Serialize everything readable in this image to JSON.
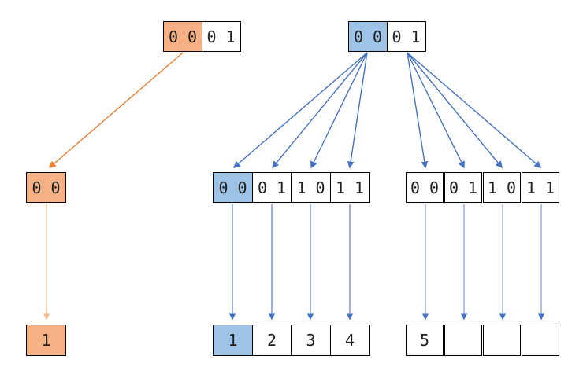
{
  "palette": {
    "orange_fill": "#F5B183",
    "orange_arrow": "#ED7D31",
    "orange_arrow_light": "#F5BC94",
    "blue_fill": "#9DC3E6",
    "blue_arrow": "#4472C4",
    "blue_arrow_light_mid": "#6C92D4",
    "blue_arrow_light_right": "#8FAADC",
    "border": "#000000",
    "text": "#1F1F1F"
  },
  "left_tree": {
    "root": {
      "cells": [
        {
          "label": "0 0",
          "highlighted": true
        },
        {
          "label": "0 1",
          "highlighted": false
        }
      ]
    },
    "node": {
      "label": "0 0",
      "highlighted": true
    },
    "leaf": {
      "label": "1",
      "highlighted": true
    }
  },
  "right_tree": {
    "root": {
      "cells": [
        {
          "label": "0 0",
          "highlighted": true
        },
        {
          "label": "0 1",
          "highlighted": false
        }
      ]
    },
    "node_left": {
      "cells": [
        {
          "label": "0 0",
          "highlighted": true
        },
        {
          "label": "0 1",
          "highlighted": false
        },
        {
          "label": "1 0",
          "highlighted": false
        },
        {
          "label": "1 1",
          "highlighted": false
        }
      ]
    },
    "node_right": {
      "cells": [
        {
          "label": "0 0",
          "highlighted": false
        },
        {
          "label": "0 1",
          "highlighted": false
        },
        {
          "label": "1 0",
          "highlighted": false
        },
        {
          "label": "1 1",
          "highlighted": false
        }
      ]
    },
    "leaf_left": {
      "cells": [
        {
          "label": "1",
          "highlighted": true
        },
        {
          "label": "2",
          "highlighted": false
        },
        {
          "label": "3",
          "highlighted": false
        },
        {
          "label": "4",
          "highlighted": false
        }
      ]
    },
    "leaf_right": {
      "cells": [
        {
          "label": "5",
          "highlighted": false
        },
        {
          "label": "",
          "highlighted": false
        },
        {
          "label": "",
          "highlighted": false
        },
        {
          "label": "",
          "highlighted": false
        }
      ]
    }
  }
}
